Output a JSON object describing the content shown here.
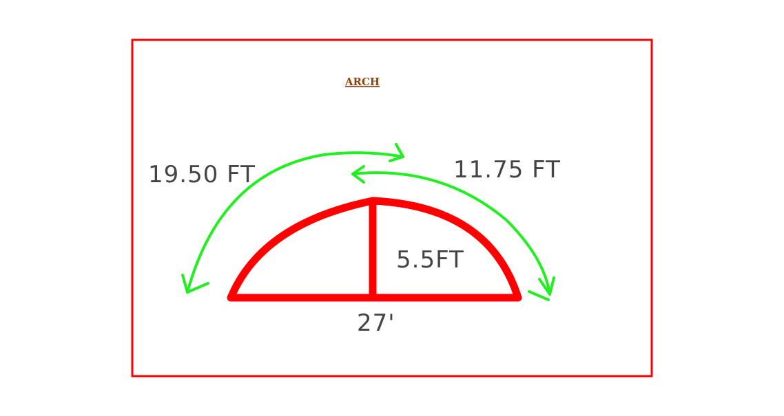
{
  "title": "ARCH",
  "labels": {
    "left_arc_length": "19.50 FT",
    "right_arc_length": "11.75 FT",
    "rise": "5.5FT",
    "span": "27'"
  },
  "colors": {
    "frame": "#ff0000",
    "arch": "#ff0000",
    "arrows": "#22ee22",
    "title": "#8b4513",
    "text": "#444444"
  }
}
